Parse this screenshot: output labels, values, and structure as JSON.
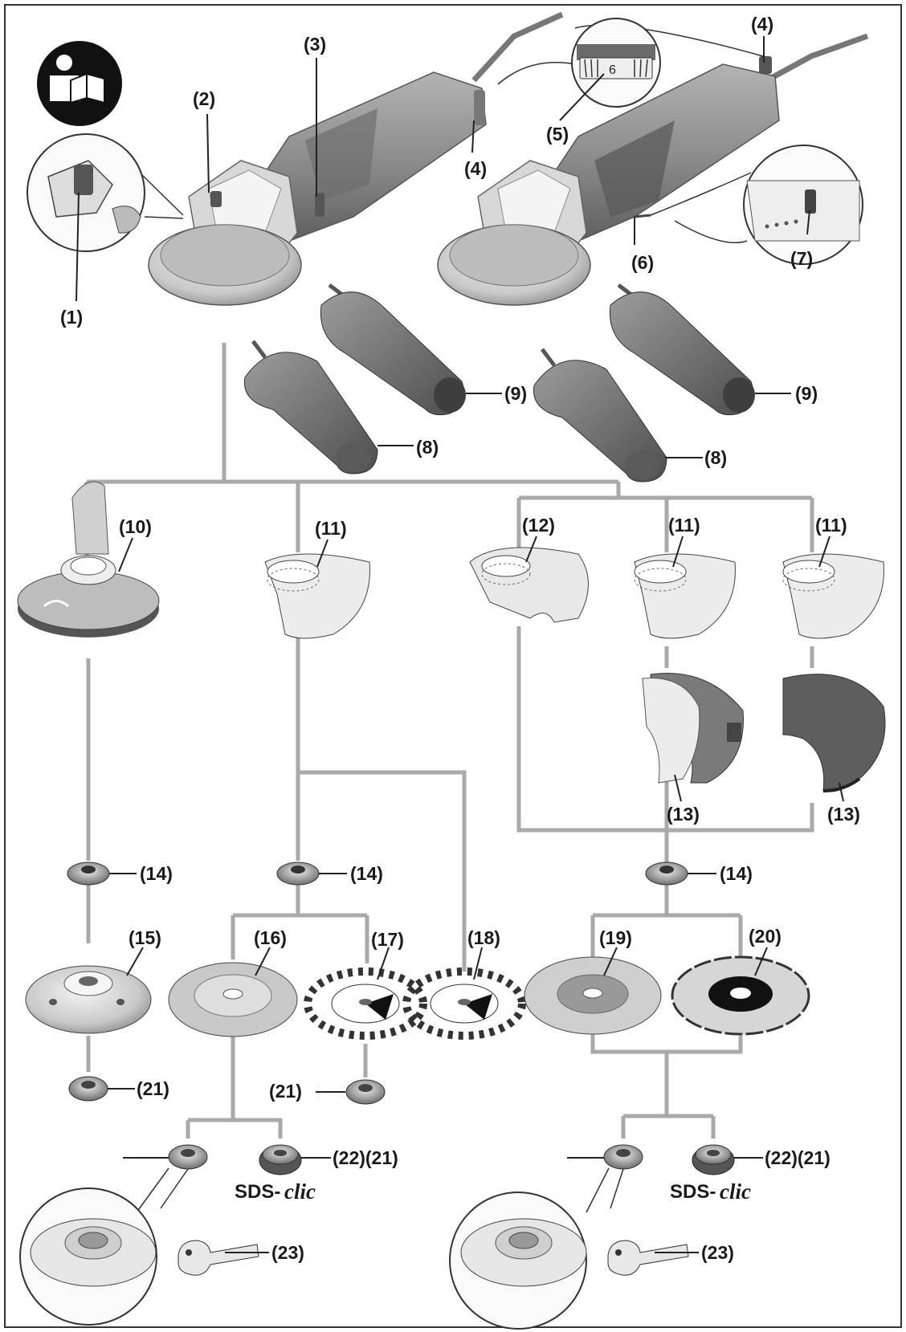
{
  "figure": {
    "manual_icon": "read-manual-icon",
    "speed_dial_value": "6",
    "labels": {
      "1": "(1)",
      "2": "(2)",
      "3": "(3)",
      "4": "(4)",
      "5": "(5)",
      "6": "(6)",
      "7": "(7)",
      "8": "(8)",
      "9": "(9)",
      "10": "(10)",
      "11": "(11)",
      "12": "(12)",
      "13": "(13)",
      "14": "(14)",
      "15": "(15)",
      "16": "(16)",
      "17": "(17)",
      "18": "(18)",
      "19": "(19)",
      "20": "(20)",
      "21": "(21)",
      "22_21": "(22)(21)",
      "23": "(23)"
    },
    "sds_prefix": "SDS-",
    "sds_suffix": "clic"
  },
  "colors": {
    "line": "#a9a9a9",
    "tool_dark": "#6b6b6b",
    "tool_mid": "#9a9a9a",
    "tool_light": "#e6e6e6",
    "icon_black": "#111111"
  }
}
